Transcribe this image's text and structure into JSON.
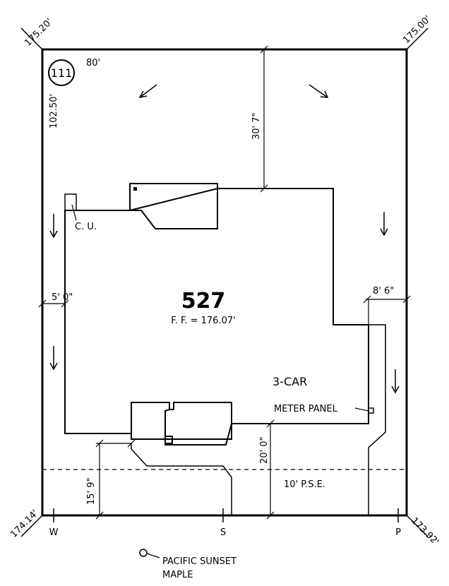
{
  "lot": {
    "number": "111",
    "frontage": "80'",
    "depth": "102.50'"
  },
  "corner_elevations": {
    "top_left": "175.20'",
    "top_right": "175.00'",
    "bottom_left": "174.14'",
    "bottom_right": "173.92'"
  },
  "house": {
    "plan": "527",
    "finished_floor": "F. F. = 176.07'",
    "garage": "3-CAR"
  },
  "dimensions": {
    "rear_setback": "30' 7\"",
    "side_left": "5' 0\"",
    "side_right": "8' 6\"",
    "front_garage": "20' 0\"",
    "front_house": "15' 9\""
  },
  "labels": {
    "cu": "C. U.",
    "meter": "METER PANEL",
    "pse": "10' P.S.E.",
    "tree_line1": "PACIFIC SUNSET",
    "tree_line2": "MAPLE"
  },
  "utility_markers": {
    "water": "W",
    "sewer": "S",
    "power": "P"
  }
}
